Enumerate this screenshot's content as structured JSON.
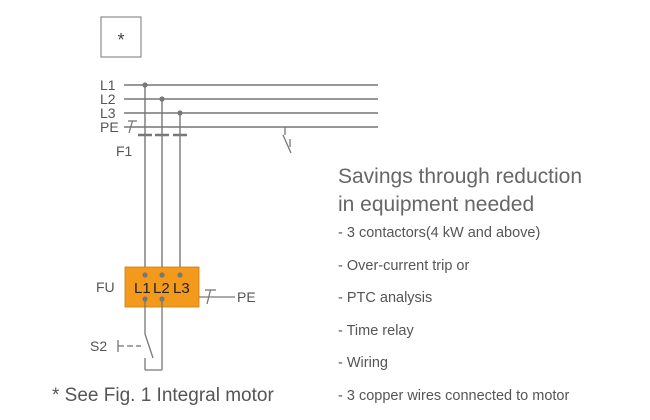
{
  "marker_box": "*",
  "lines": {
    "l1": "L1",
    "l2": "L2",
    "l3": "L3",
    "pe": "PE"
  },
  "fuse_label": "F1",
  "fu": {
    "label": "FU",
    "terminals": [
      "L1",
      "L2",
      "L3"
    ],
    "pe": "PE",
    "fill": "#f39a1c"
  },
  "switch_label": "S2",
  "heading": {
    "line1": "Savings through reduction",
    "line2": "in equipment needed"
  },
  "items": [
    "- 3 contactors(4 kW and above)",
    "- Over-current trip or",
    "- PTC analysis",
    "- Time relay",
    "- Wiring",
    "- 3 copper wires connected to motor"
  ],
  "footnote": "* See Fig. 1 Integral motor"
}
